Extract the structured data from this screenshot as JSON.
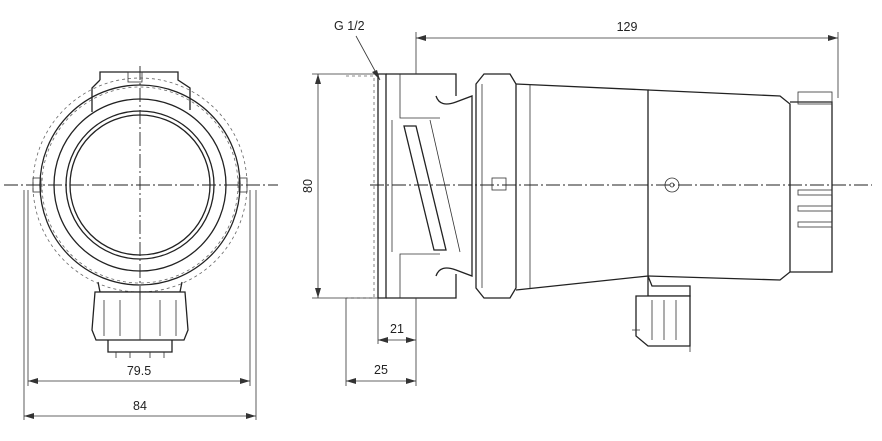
{
  "dimensions": {
    "thread": "G 1/2",
    "overall_length": "129",
    "height": "80",
    "port_length_inner": "21",
    "port_length_outer": "25",
    "front_width": "79.5",
    "front_width_overall": "84"
  }
}
